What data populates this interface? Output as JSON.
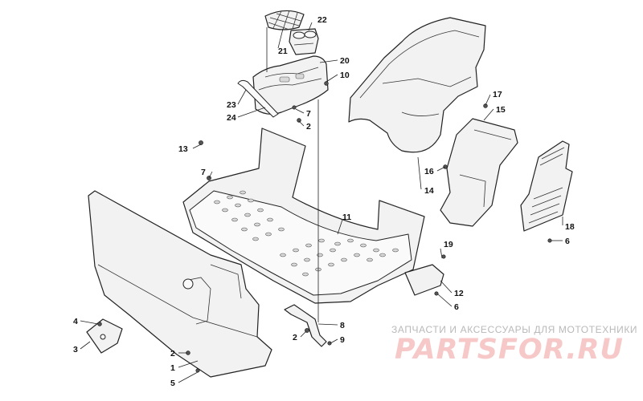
{
  "callouts": [
    {
      "id": "c22",
      "text": "22"
    },
    {
      "id": "c21",
      "text": "21"
    },
    {
      "id": "c20",
      "text": "20"
    },
    {
      "id": "c10",
      "text": "10"
    },
    {
      "id": "c23",
      "text": "23"
    },
    {
      "id": "c24",
      "text": "24"
    },
    {
      "id": "c7a",
      "text": "7"
    },
    {
      "id": "c2a",
      "text": "2"
    },
    {
      "id": "c13",
      "text": "13"
    },
    {
      "id": "c7b",
      "text": "7"
    },
    {
      "id": "c17",
      "text": "17"
    },
    {
      "id": "c15",
      "text": "15"
    },
    {
      "id": "c16",
      "text": "16"
    },
    {
      "id": "c14",
      "text": "14"
    },
    {
      "id": "c11",
      "text": "11"
    },
    {
      "id": "c18",
      "text": "18"
    },
    {
      "id": "c6a",
      "text": "6"
    },
    {
      "id": "c19",
      "text": "19"
    },
    {
      "id": "c12",
      "text": "12"
    },
    {
      "id": "c6b",
      "text": "6"
    },
    {
      "id": "c4",
      "text": "4"
    },
    {
      "id": "c3",
      "text": "3"
    },
    {
      "id": "c2b",
      "text": "2"
    },
    {
      "id": "c1",
      "text": "1"
    },
    {
      "id": "c5",
      "text": "5"
    },
    {
      "id": "c8",
      "text": "8"
    },
    {
      "id": "c2c",
      "text": "2"
    },
    {
      "id": "c9",
      "text": "9"
    }
  ],
  "watermark": {
    "tagline": "ЗАПЧАСТИ И АКСЕССУАРЫ ДЛЯ МОТОТЕХНИКИ",
    "logo": "PARTSFOR.RU"
  }
}
